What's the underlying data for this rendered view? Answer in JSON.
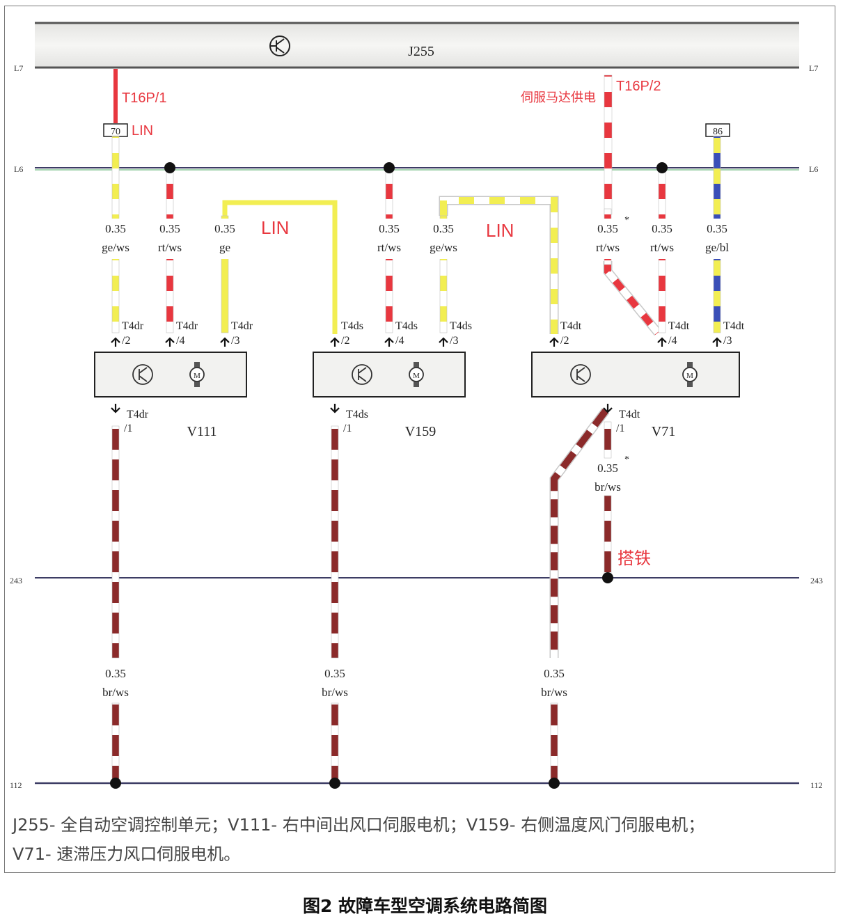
{
  "diagram": {
    "control_unit": "J255",
    "rails": {
      "L7": "L7",
      "L6": "L6",
      "r243": "243",
      "r112": "112"
    },
    "notes": {
      "t16p1": "T16P/1",
      "lin_pin": "LIN",
      "pin70": "70",
      "t16p2": "T16P/2",
      "servo_supply": "伺服马达供电",
      "pin86": "86",
      "lin1": "LIN",
      "lin2": "LIN",
      "ground": "搭铁",
      "star": "*"
    },
    "wires": [
      {
        "gauge": "0.35",
        "color": "ge/ws",
        "connector": "T4dr",
        "pin": "/2"
      },
      {
        "gauge": "0.35",
        "color": "rt/ws",
        "connector": "T4dr",
        "pin": "/4"
      },
      {
        "gauge": "0.35",
        "color": "ge",
        "connector": "T4dr",
        "pin": "/3"
      },
      {
        "connector": "T4ds",
        "pin": "/2"
      },
      {
        "gauge": "0.35",
        "color": "rt/ws",
        "connector": "T4ds",
        "pin": "/4"
      },
      {
        "gauge": "0.35",
        "color": "ge/ws",
        "connector": "T4ds",
        "pin": "/3"
      },
      {
        "connector": "T4dt",
        "pin": "/2"
      },
      {
        "gauge": "0.35",
        "color": "rt/ws"
      },
      {
        "gauge": "0.35",
        "color": "rt/ws",
        "connector": "T4dt",
        "pin": "/4"
      },
      {
        "gauge": "0.35",
        "color": "ge/bl",
        "connector": "T4dt",
        "pin": "/3"
      }
    ],
    "motors": [
      {
        "name": "V111",
        "ground_connector": "T4dr",
        "ground_pin": "/1",
        "ground_gauge": "0.35",
        "ground_color": "br/ws"
      },
      {
        "name": "V159",
        "ground_connector": "T4ds",
        "ground_pin": "/1",
        "ground_gauge": "0.35",
        "ground_color": "br/ws"
      },
      {
        "name": "V71",
        "ground_connector": "T4dt",
        "ground_pin": "/1",
        "ground_gauge": "0.35",
        "ground_color": "br/ws",
        "local_ground_gauge": "0.35",
        "local_ground_color": "br/ws"
      }
    ],
    "symbols": {
      "motor": "M"
    },
    "colors": {
      "red": "#e8373f",
      "yellow": "#f2ee52",
      "blue": "#3a4fb8",
      "brown": "#8b2a2a",
      "rail": "#3c3c64",
      "box_fill": "#f2f2f0",
      "annotation_red": "#e8373f"
    }
  },
  "caption": {
    "legend_line1": "J255- 全自动空调控制单元；V111- 右中间出风口伺服电机；V159- 右侧温度风门伺服电机；",
    "legend_line2": "V71- 速滞压力风口伺服电机。",
    "figure_title": "图2 故障车型空调系统电路简图"
  }
}
